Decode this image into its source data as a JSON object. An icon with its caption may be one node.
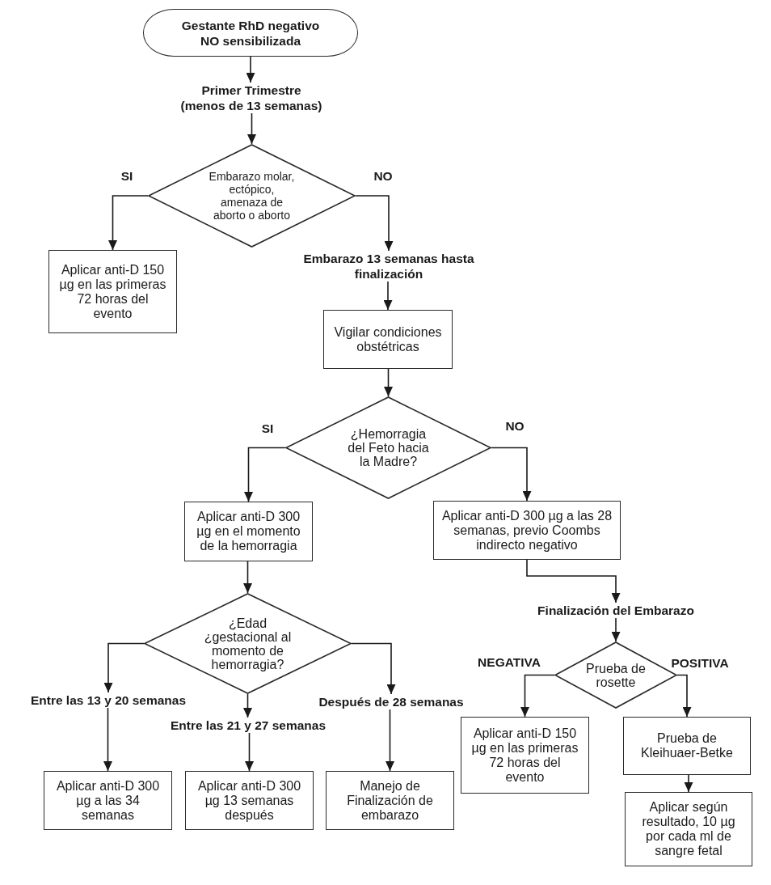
{
  "diagram": {
    "nodes": [
      {
        "text": [
          "Gestante RhD negativo NO sensibilizada"
        ]
      },
      {
        "text": [
          "Primer Trimestre (menos de 13 semanas)"
        ]
      },
      {
        "text": [
          "Embarazo molar, ectópico, amenaza de aborto o aborto"
        ]
      },
      {
        "text": [
          "Aplicar anti-D 150 µg en las primeras 72 horas del evento"
        ]
      },
      {
        "text": [
          "Embarazo 13 semanas hasta finalización"
        ]
      },
      {
        "text": [
          "Vigilar condiciones obstétricas"
        ]
      },
      {
        "text": [
          "¿Hemorragia del Feto hacia la Madre?"
        ]
      },
      {
        "text": [
          "Aplicar anti-D 300 µg en el momento de la hemorragia"
        ]
      },
      {
        "text": [
          "Aplicar anti-D 300 µg a las 28 semanas, previo Coombs indirecto negativo"
        ]
      },
      {
        "text": [
          "¿Edad ¿gestacional al momento de hemorragia?"
        ]
      },
      {
        "text": [
          "Entre las 13 y 20 semanas"
        ]
      },
      {
        "text": [
          "Entre las 21 y 27 semanas"
        ]
      },
      {
        "text": [
          "Después de 28 semanas"
        ]
      },
      {
        "text": [
          "Aplicar anti-D 300 µg a las 34 semanas"
        ]
      },
      {
        "text": [
          "Aplicar anti-D 300 µg 13 semanas después"
        ]
      },
      {
        "text": [
          "Manejo de Finalización de embarazo"
        ]
      },
      {
        "text": [
          "Finalización del Embarazo"
        ]
      },
      {
        "text": [
          "Prueba de rosette"
        ]
      },
      {
        "text": [
          "Aplicar anti-D 150 µg en las primeras 72 horas del evento"
        ]
      },
      {
        "text": [
          "Prueba de Kleihuaer-Betke"
        ]
      },
      {
        "text": [
          "Aplicar según resultado, 10 µg por cada ml de sangre fetal"
        ]
      }
    ],
    "edges": [
      {
        "from": 0,
        "to": 1,
        "arrow": "to"
      },
      {
        "from": 1,
        "to": 2,
        "arrow": "to"
      },
      {
        "from": 2,
        "to": 3,
        "arrow": "to",
        "label": "SI"
      },
      {
        "from": 2,
        "to": 4,
        "arrow": "to",
        "label": "NO"
      },
      {
        "from": 4,
        "to": 5,
        "arrow": "to"
      },
      {
        "from": 5,
        "to": 6,
        "arrow": "to"
      },
      {
        "from": 6,
        "to": 7,
        "arrow": "to",
        "label": "SI"
      },
      {
        "from": 6,
        "to": 8,
        "arrow": "to",
        "label": "NO"
      },
      {
        "from": 7,
        "to": 9,
        "arrow": "to"
      },
      {
        "from": 9,
        "to": 10,
        "arrow": "to"
      },
      {
        "from": 9,
        "to": 11,
        "arrow": "to"
      },
      {
        "from": 9,
        "to": 12,
        "arrow": "to"
      },
      {
        "from": 10,
        "to": 13,
        "arrow": "to"
      },
      {
        "from": 11,
        "to": 14,
        "arrow": "to"
      },
      {
        "from": 12,
        "to": 15,
        "arrow": "to"
      },
      {
        "from": 8,
        "to": 16,
        "arrow": "to"
      },
      {
        "from": 16,
        "to": 17,
        "arrow": "to"
      },
      {
        "from": 17,
        "to": 18,
        "arrow": "to",
        "label": "NEGATIVA"
      },
      {
        "from": 17,
        "to": 19,
        "arrow": "to",
        "label": "POSITIVA"
      },
      {
        "from": 19,
        "to": 20,
        "arrow": "to"
      }
    ]
  }
}
